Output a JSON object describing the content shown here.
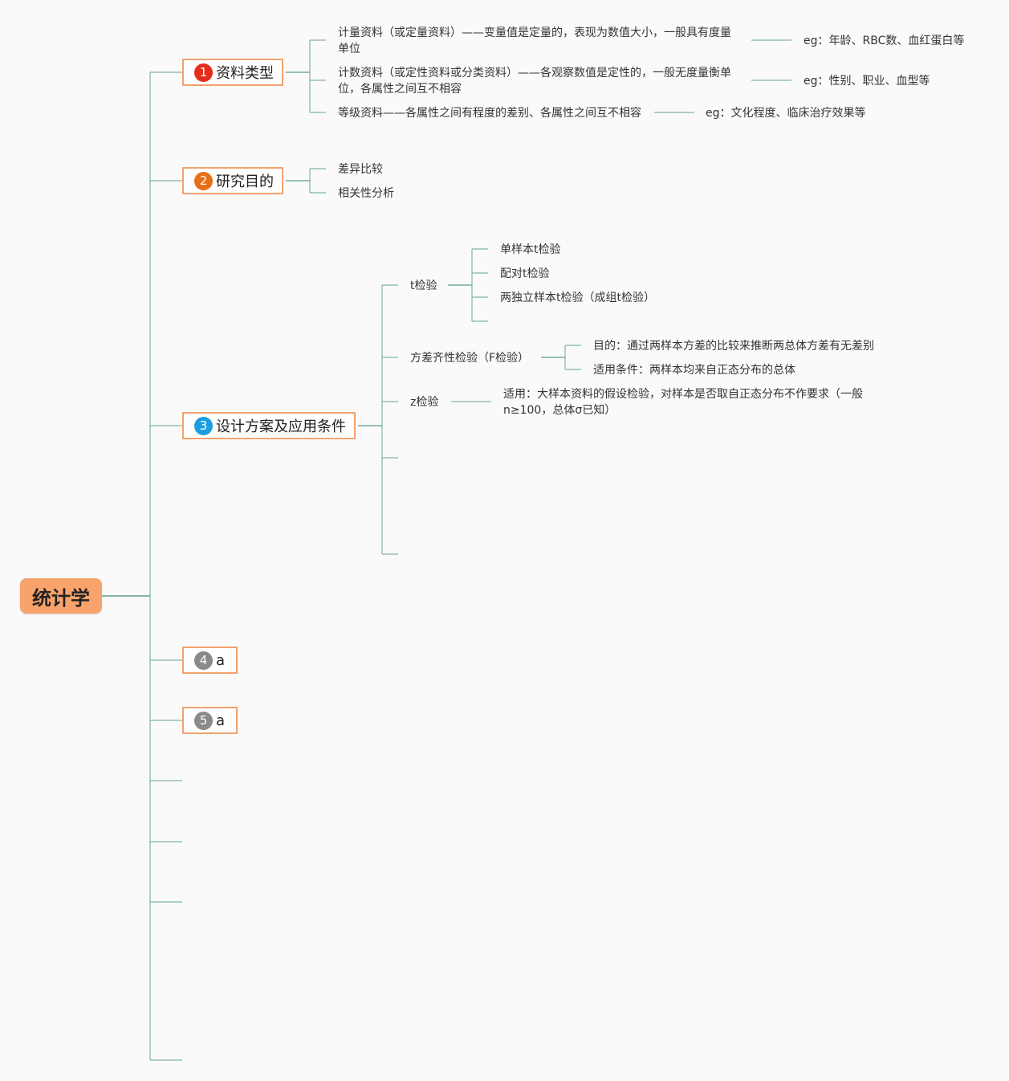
{
  "root": {
    "label": "统计学"
  },
  "branches": [
    {
      "number": "1",
      "badge_color": "#e52d1c",
      "label": "资料类型",
      "items": [
        {
          "text": "计量资料（或定量资料）——变量值是定量的，表现为数值大小，一般具有度量单位",
          "example": "eg：年龄、RBC数、血红蛋白等"
        },
        {
          "text": "计数资料（或定性资料或分类资料）——各观察数值是定性的，一般无度量衡单位，各属性之间互不相容",
          "example": "eg：性别、职业、血型等"
        },
        {
          "text": "等级资料——各属性之间有程度的差别、各属性之间互不相容",
          "example": "eg：文化程度、临床治疗效果等"
        }
      ]
    },
    {
      "number": "2",
      "badge_color": "#e86f1a",
      "label": "研究目的",
      "items": [
        {
          "text": "差异比较"
        },
        {
          "text": "相关性分析"
        }
      ]
    },
    {
      "number": "3",
      "badge_color": "#1a9ee0",
      "label": "设计方案及应用条件",
      "items": [
        {
          "text": "t检验",
          "children": [
            "单样本t检验",
            "配对t检验",
            "两独立样本t检验（成组t检验）"
          ]
        },
        {
          "text": "方差齐性检验（F检验）",
          "children": [
            "目的：通过两样本方差的比较来推断两总体方差有无差别",
            "适用条件：两样本均来自正态分布的总体"
          ]
        },
        {
          "text": "z检验",
          "children": [
            "适用：大样本资料的假设检验，对样本是否取自正态分布不作要求（一般n≥100，总体σ已知）"
          ]
        }
      ]
    },
    {
      "number": "4",
      "badge_color": "#8a8a8a",
      "label": "a"
    },
    {
      "number": "5",
      "badge_color": "#8a8a8a",
      "label": "a"
    }
  ],
  "colors": {
    "line": "#7fb5a5",
    "branch_border": "#f4a16e",
    "root_fill": "#f7a36b"
  }
}
